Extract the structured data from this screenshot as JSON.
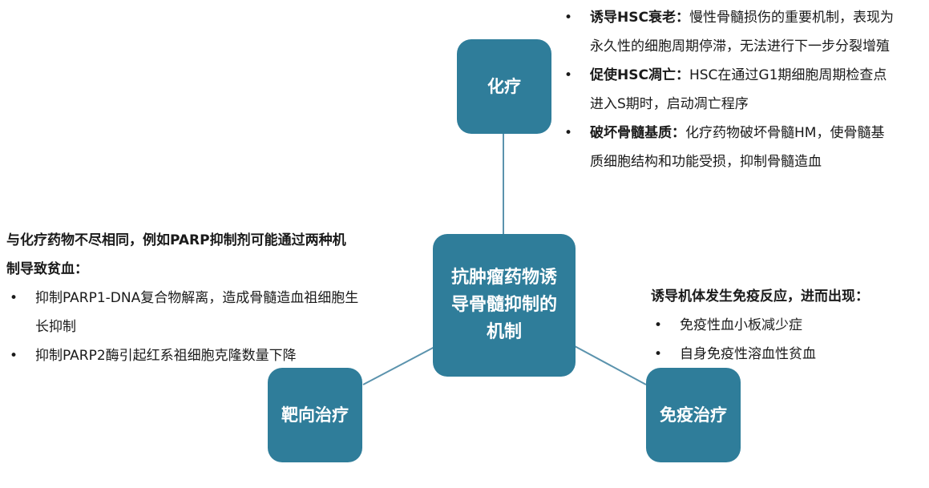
{
  "nodes": {
    "center": [
      "抗肿瘤药物诱",
      "导骨髓抑制的",
      "机制"
    ],
    "chemo": "化疗",
    "targeted": "靶向治疗",
    "immuno": "免疫治疗"
  },
  "chemo_notes": [
    {
      "title": "诱导HSC衰老：",
      "text": "慢性骨髓损伤的重要机制，表现为永久性的细胞周期停滞，无法进行下一步分裂增殖"
    },
    {
      "title": "促使HSC凋亡：",
      "text": "HSC在通过G1期细胞周期检查点进入S期时，启动凋亡程序"
    },
    {
      "title": "破坏骨髓基质：",
      "text": "化疗药物破坏骨髓HM，使骨髓基质细胞结构和功能受损，抑制骨髓造血"
    }
  ],
  "targeted_notes": {
    "heading": "与化疗药物不尽相同，例如PARP抑制剂可能通过两种机制导致贫血：",
    "items": [
      "抑制PARP1-DNA复合物解离，造成骨髓造血祖细胞生长抑制",
      "抑制PARP2酶引起红系祖细胞克隆数量下降"
    ]
  },
  "immuno_notes": {
    "heading": "诱导机体发生免疫反应，进而出现：",
    "items": [
      "免疫性血小板减少症",
      "自身免疫性溶血性贫血"
    ]
  },
  "colors": {
    "node_fill": "#2f7d9a",
    "connector": "#5b93ad",
    "text": "#1a1a1a"
  }
}
